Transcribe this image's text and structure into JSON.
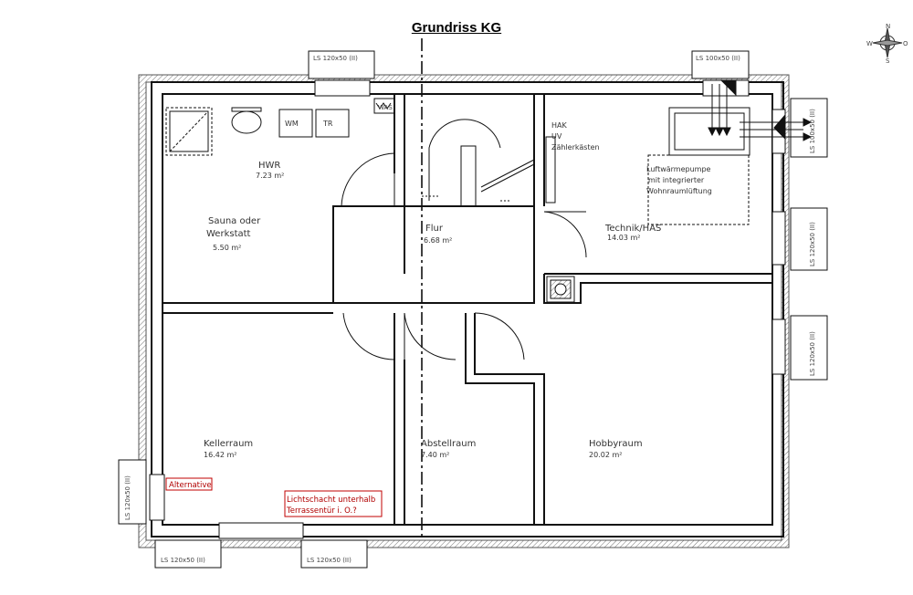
{
  "title": "Grundriss KG",
  "compass": {
    "n": "N",
    "e": "O",
    "s": "S",
    "w": "W"
  },
  "rooms": {
    "hwr": {
      "name": "HWR",
      "area": "7.23 m²"
    },
    "sauna": {
      "name_line1": "Sauna oder",
      "name_line2": "Werkstatt",
      "area": "5.50 m²"
    },
    "flur": {
      "name": "Flur",
      "area": "6.68 m²"
    },
    "technik": {
      "name": "Technik/HAS",
      "area": "14.03 m²"
    },
    "keller": {
      "name": "Kellerraum",
      "area": "16.42 m²"
    },
    "abstell": {
      "name": "Abstellraum",
      "area": "7.40 m²"
    },
    "hobby": {
      "name": "Hobbyraum",
      "area": "20.02 m²"
    }
  },
  "fixtures": {
    "wm": "WM",
    "tr": "TR",
    "wand": "WAS"
  },
  "technik_notes": [
    "HAK",
    "UV",
    "Zählerkästen"
  ],
  "heatpump_label": [
    "Luftwärmepumpe",
    "mit integrierter",
    "Wohnraumlüftung"
  ],
  "lightwells": {
    "top_left": "LS 120x50 (II)",
    "top_right": "LS 100x50 (II)",
    "right_1": "LS 100x50 (II)",
    "right_2": "LS 120x50 (II)",
    "right_3": "LS 120x50 (II)",
    "left": "LS 120x50 (II)",
    "bottom_1": "LS 120x50 (II)",
    "bottom_2": "LS 120x50 (II)"
  },
  "annotations": {
    "alternative": "Alternative",
    "lichtschacht_line1": "Lichtschacht unterhalb",
    "lichtschacht_line2": "Terrassentür i. O.?"
  },
  "colors": {
    "wall": "#111111",
    "hatch": "#888888",
    "annotation": "#c00000"
  }
}
